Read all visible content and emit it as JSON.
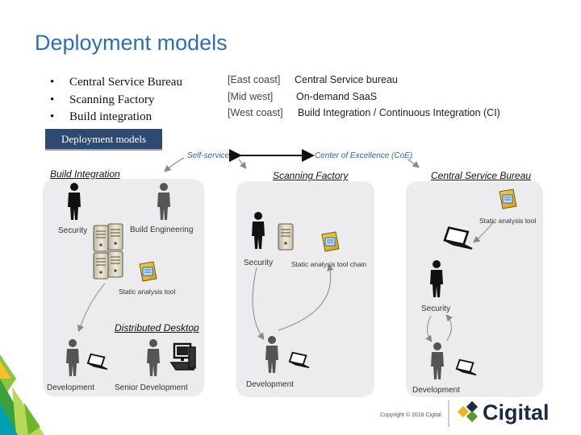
{
  "slide": {
    "title": "Deployment models",
    "bullets": [
      "Central Service Bureau",
      "Scanning Factory",
      "Build integration"
    ],
    "coast_rows": [
      {
        "region": "[East coast]",
        "model": "Central Service bureau"
      },
      {
        "region": "[Mid west]",
        "model": "On-demand SaaS"
      },
      {
        "region": "[West coast]",
        "model": "Build Integration / Continuous Integration (CI)"
      }
    ]
  },
  "diagram": {
    "banner": "Deployment models",
    "self_service": "Self-service",
    "coe": "Center of Excellence (CoE)",
    "panels": {
      "build": {
        "header": "Build Integration",
        "security": "Security",
        "build_engineering": "Build Engineering",
        "static_tool": "Static analysis tool",
        "distributed": "Distributed Desktop",
        "development": "Development",
        "senior_development": "Senior Development"
      },
      "scanning": {
        "header": "Scanning Factory",
        "security": "Security",
        "tool_chain": "Static analysis tool chain",
        "development": "Development"
      },
      "bureau": {
        "header": "Central Service Bureau",
        "static_tool": "Static analysis tool",
        "security": "Security",
        "development": "Development"
      }
    }
  },
  "footer": {
    "copyright": "Copyright © 2016 Cigital",
    "brand": "Cigital"
  }
}
